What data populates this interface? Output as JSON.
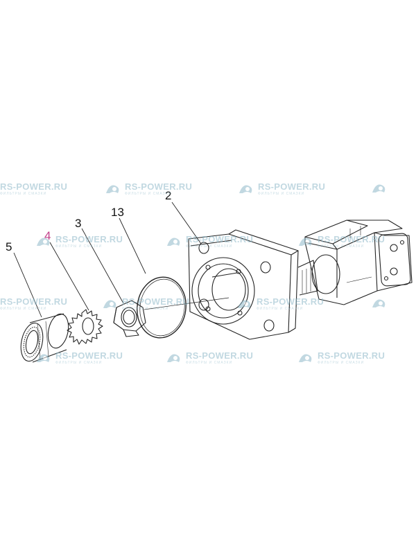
{
  "callouts": {
    "part_5": "5",
    "part_4": "4",
    "part_3": "3",
    "part_13": "13",
    "part_2": "2"
  },
  "watermark": {
    "brand": "RS-POWER.RU",
    "tagline": "ФИЛЬТРЫ И СМАЗКИ",
    "color": "#8fb9c9"
  },
  "colors": {
    "line": "#222222",
    "callout_highlight": "#c2408a"
  }
}
